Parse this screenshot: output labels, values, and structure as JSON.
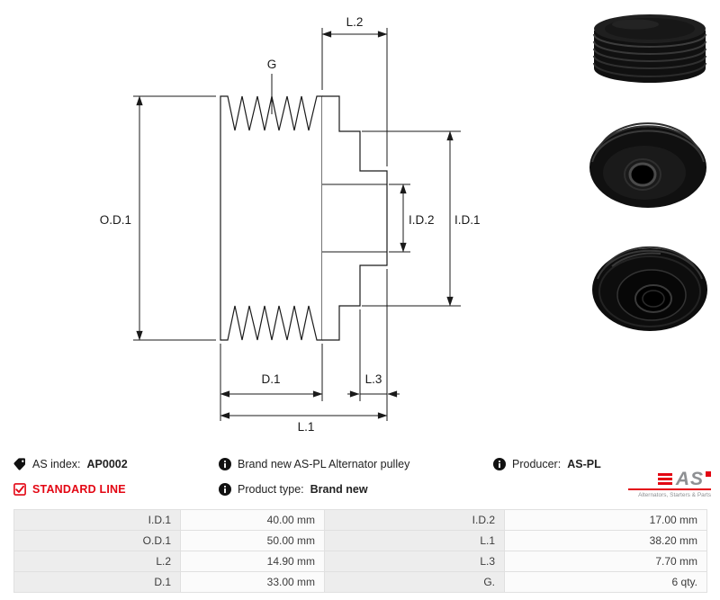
{
  "drawing": {
    "labels": {
      "od1": "O.D.1",
      "id1": "I.D.1",
      "id2": "I.D.2",
      "l1": "L.1",
      "l2": "L.2",
      "l3": "L.3",
      "d1": "D.1",
      "g": "G"
    }
  },
  "info": {
    "as_index_label": "AS index:",
    "as_index_value": "AP0002",
    "standard_line": "STANDARD LINE",
    "brand_new_text": "Brand new AS-PL Alternator pulley",
    "product_type_label": "Product type:",
    "product_type_value": "Brand new",
    "producer_label": "Producer:",
    "producer_value": "AS-PL",
    "logo_text": "AS",
    "logo_subtext": "Alternators, Starters & Parts"
  },
  "specs": {
    "rows": [
      {
        "l1": "I.D.1",
        "v1": "40.00 mm",
        "l2": "I.D.2",
        "v2": "17.00 mm"
      },
      {
        "l1": "O.D.1",
        "v1": "50.00 mm",
        "l2": "L.1",
        "v2": "38.20 mm"
      },
      {
        "l1": "L.2",
        "v1": "14.90 mm",
        "l2": "L.3",
        "v2": "7.70 mm"
      },
      {
        "l1": "D.1",
        "v1": "33.00 mm",
        "l2": "G.",
        "v2": "6 qty."
      }
    ]
  },
  "colors": {
    "accent_red": "#e30613",
    "line_black": "#1a1a1a",
    "table_label_bg": "#ededed",
    "table_value_bg": "#fbfbfb"
  }
}
